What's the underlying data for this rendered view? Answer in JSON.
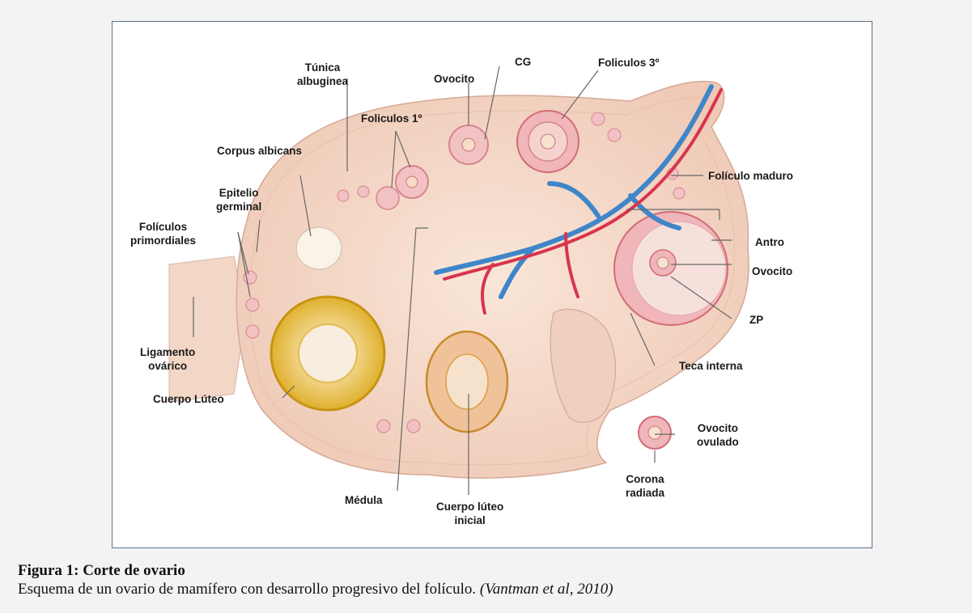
{
  "figure": {
    "labels": {
      "tunica": "Túnica\nalbuginea",
      "ovocito_top": "Ovocito",
      "cg": "CG",
      "foliculos3": "Foliculos 3º",
      "foliculos1": "Foliculos 1º",
      "corpus_albicans": "Corpus albicans",
      "epitelio": "Epitelio\ngerminal",
      "foliculos_primordiales": "Folículos\nprimordiales",
      "foliculo_maduro": "Folículo maduro",
      "antro": "Antro",
      "ovocito_right": "Ovocito",
      "zp": "ZP",
      "ligamento": "Ligamento\novárico",
      "cuerpo_luteo": "Cuerpo Lúteo",
      "teca_interna": "Teca interna",
      "ovocito_ovulado": "Ovocito\novulado",
      "corona_radiada": "Corona\nradiada",
      "medula": "Médula",
      "cuerpo_luteo_inicial": "Cuerpo lúteo\ninicial"
    }
  },
  "caption": {
    "title": "Figura 1: Corte de ovario",
    "text": "Esquema de un ovario de mamífero con desarrollo progresivo del folículo. ",
    "citation": "(Vantman et al, 2010)"
  },
  "colors": {
    "frame_border": "#5b7388",
    "ovary_fill": "#f6dccb",
    "vein": "#3f86c9",
    "artery": "#d8344d",
    "corpus_luteum": "#e9be2e"
  }
}
